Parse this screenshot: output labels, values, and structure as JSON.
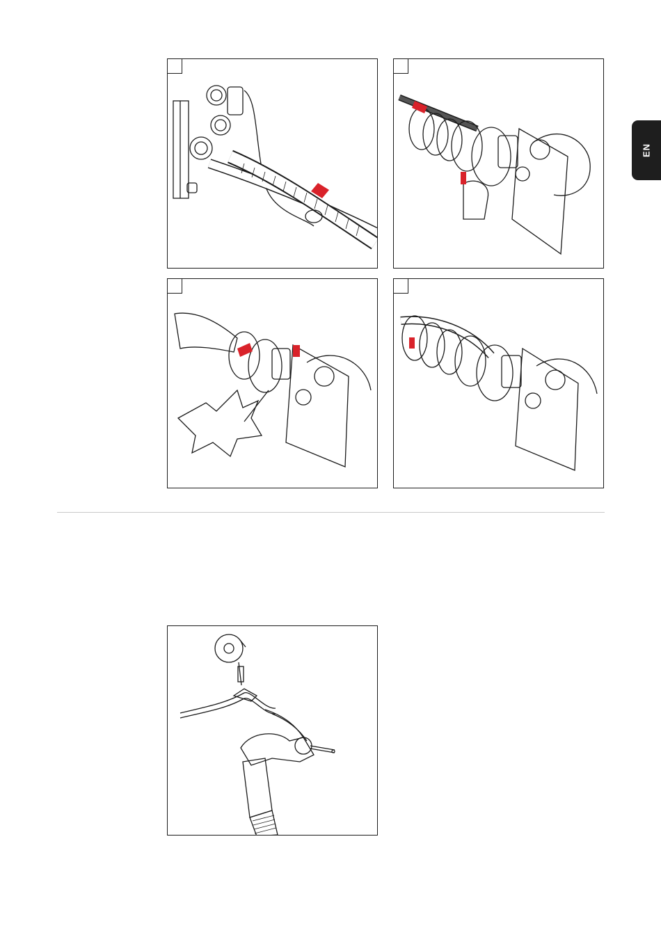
{
  "side_tab": {
    "language_code": "EN"
  },
  "colors": {
    "arrow": "#d9222a",
    "line": "#1a1a1a",
    "tab": "#1e1e1e"
  },
  "figures": [
    {
      "id": "step-1",
      "depicts": "hose-pack-connection"
    },
    {
      "id": "step-2",
      "depicts": "inner-liner-insertion"
    },
    {
      "id": "step-3",
      "depicts": "torch-body-connection"
    },
    {
      "id": "step-4",
      "depicts": "hosepack-rotation"
    },
    {
      "id": "step-5",
      "depicts": "robot-balancer-mount"
    }
  ]
}
